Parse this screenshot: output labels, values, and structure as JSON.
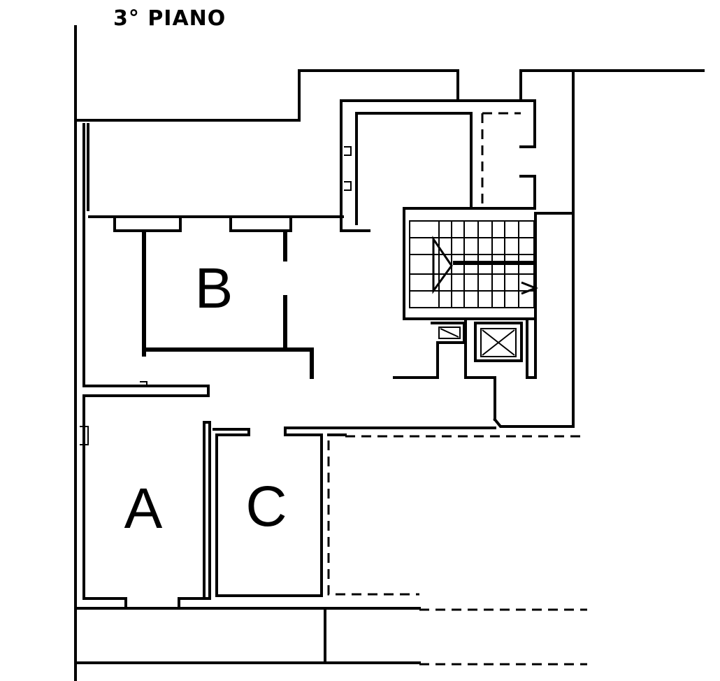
{
  "floor": {
    "title": "3° PIANO"
  },
  "rooms": [
    {
      "id": "A",
      "label": "A"
    },
    {
      "id": "B",
      "label": "B"
    },
    {
      "id": "C",
      "label": "C"
    }
  ],
  "symbols": {
    "stairs": "staircase-symbol",
    "elevator": "elevator-symbol"
  }
}
